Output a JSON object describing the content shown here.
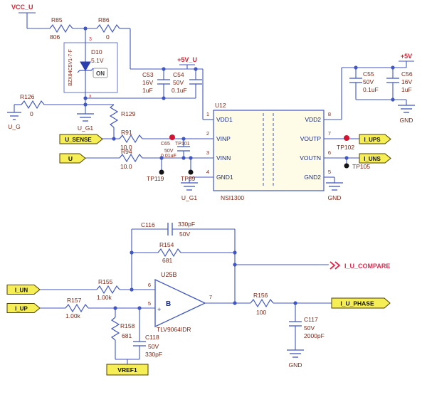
{
  "colors": {
    "wire_blue": "#3f56c4",
    "net_red": "#e8192c",
    "compare_red": "#e5274e",
    "designator_maroon": "#7e2817",
    "tag_yellow": "#f6ee55",
    "chip_fill": "#fefce6",
    "testpoint_red": "#d21430",
    "testpoint_black": "#141414"
  },
  "power": {
    "vcc_u": "VCC_U",
    "p5v_u": "+5V_U",
    "p5v": "+5V"
  },
  "gnd": {
    "u_g": "U_G",
    "u_g1_a": "U_G1",
    "u_g1_b": "U_G1",
    "top_right": "GND",
    "chip_right": "GND",
    "c117": "GND"
  },
  "ports": {
    "u_sense": "U_SENSE",
    "u": "U",
    "i_ups": "I_UPS",
    "i_uns": "I_UNS",
    "i_un": "I_UN",
    "i_up": "I_UP",
    "vref1": "VREF1",
    "i_u_phase": "I_U_PHASE"
  },
  "compare": {
    "label": "I_U_COMPARE"
  },
  "r": {
    "r85": {
      "ref": "R85",
      "val": "806"
    },
    "r86": {
      "ref": "R86",
      "val": "0"
    },
    "r126": {
      "ref": "R126",
      "val": "0"
    },
    "r129": {
      "ref": "R129"
    },
    "r91": {
      "ref": "R91",
      "val": "10.0"
    },
    "r94": {
      "ref": "R94",
      "val": "10.0"
    },
    "r154": {
      "ref": "R154",
      "val": "681"
    },
    "r155": {
      "ref": "R155",
      "val": "1.00k"
    },
    "r156": {
      "ref": "R156",
      "val": "100"
    },
    "r157": {
      "ref": "R157",
      "val": "1.00k"
    },
    "r158": {
      "ref": "R158",
      "val": "681"
    }
  },
  "c": {
    "c53": {
      "ref": "C53",
      "volt": "16V",
      "val": "1uF"
    },
    "c54": {
      "ref": "C54",
      "volt": "50V",
      "val": "0.1uF"
    },
    "c55": {
      "ref": "C55",
      "volt": "50V",
      "val": "0.1uF"
    },
    "c56": {
      "ref": "C56",
      "volt": "16V",
      "val": "1uF"
    },
    "c65": {
      "ref": "C65",
      "volt": "50V",
      "val": "0.01uF"
    },
    "c116": {
      "ref": "C116",
      "volt": "50V",
      "val": "330pF"
    },
    "c117": {
      "ref": "C117",
      "volt": "50V",
      "val": "2000pF"
    },
    "c118": {
      "ref": "C118",
      "volt": "50V",
      "val": "330pF"
    }
  },
  "d10": {
    "ref": "D10",
    "val": "5.1V",
    "part": "BZX84C5V1-7-F",
    "maker": "ON",
    "pin": "3",
    "mark": "x"
  },
  "u12": {
    "ref": "U12",
    "part": "NSI1300",
    "left": [
      {
        "num": "1",
        "name": "VDD1"
      },
      {
        "num": "2",
        "name": "VINP"
      },
      {
        "num": "3",
        "name": "VINN"
      },
      {
        "num": "4",
        "name": "GND1"
      }
    ],
    "right": [
      {
        "num": "8",
        "name": "VDD2"
      },
      {
        "num": "7",
        "name": "VOUTP"
      },
      {
        "num": "6",
        "name": "VOUTN"
      },
      {
        "num": "5",
        "name": "GND2"
      }
    ]
  },
  "u25": {
    "ref": "U25B",
    "part": "TLV9064IDR",
    "pin_top": "6",
    "pin_bottom": "5",
    "pin_out": "7",
    "channel": "B",
    "plus": "+"
  },
  "tp": {
    "tp101": "TP101",
    "tp102": "TP102",
    "tp105": "TP105",
    "tp119": "TP119",
    "tp89": "TP89"
  }
}
